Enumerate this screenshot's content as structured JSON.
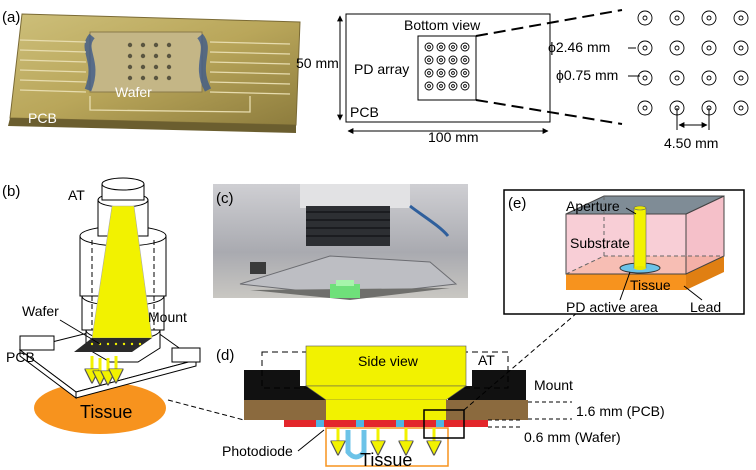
{
  "panels": {
    "a": {
      "label": "(a)",
      "photo": {
        "pcb": "PCB",
        "wafer": "Wafer"
      },
      "schematic": {
        "bottom_view": "Bottom view",
        "height": "50 mm",
        "pd_array": "PD array",
        "pcb": "PCB",
        "width": "100 mm",
        "outer_diameter": "ϕ2.46 mm",
        "inner_diameter": "ϕ0.75 mm",
        "pitch": "4.50 mm"
      }
    },
    "b": {
      "label": "(b)",
      "at": "AT",
      "wafer": "Wafer",
      "mount": "Mount",
      "pcb": "PCB",
      "tissue": "Tissue"
    },
    "c": {
      "label": "(c)"
    },
    "d": {
      "label": "(d)",
      "side_view": "Side view",
      "at": "AT",
      "mount": "Mount",
      "pcb_thickness": "1.6 mm (PCB)",
      "wafer_thickness": "0.6 mm (Wafer)",
      "photodiode": "Photodiode",
      "tissue": "Tissue"
    },
    "e": {
      "label": "(e)",
      "aperture": "Aperture",
      "substrate": "Substrate",
      "tissue": "Tissue",
      "lead": "Lead",
      "pd_active_area": "PD active area"
    }
  },
  "colors": {
    "yellow": "#f2f200",
    "tissue_orange": "#f7931e",
    "pcb_brown": "#8b6a3e",
    "wafer_red": "#e3262b",
    "substrate_pink": "#f7c6cf"
  }
}
